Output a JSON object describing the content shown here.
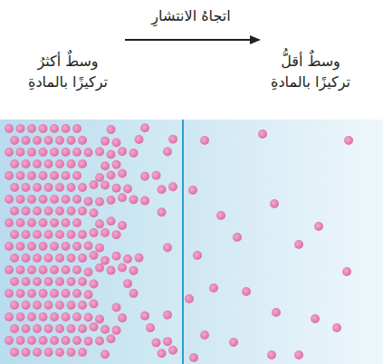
{
  "diagram": {
    "labels": [
      "اتجاهُ الانتشارِ",
      "وسطٌ أكثرُ تركيزًا بالمادةِ",
      "وسطٌ أقلُّ تركيزًا بالمادةِ"
    ]
  }
}
